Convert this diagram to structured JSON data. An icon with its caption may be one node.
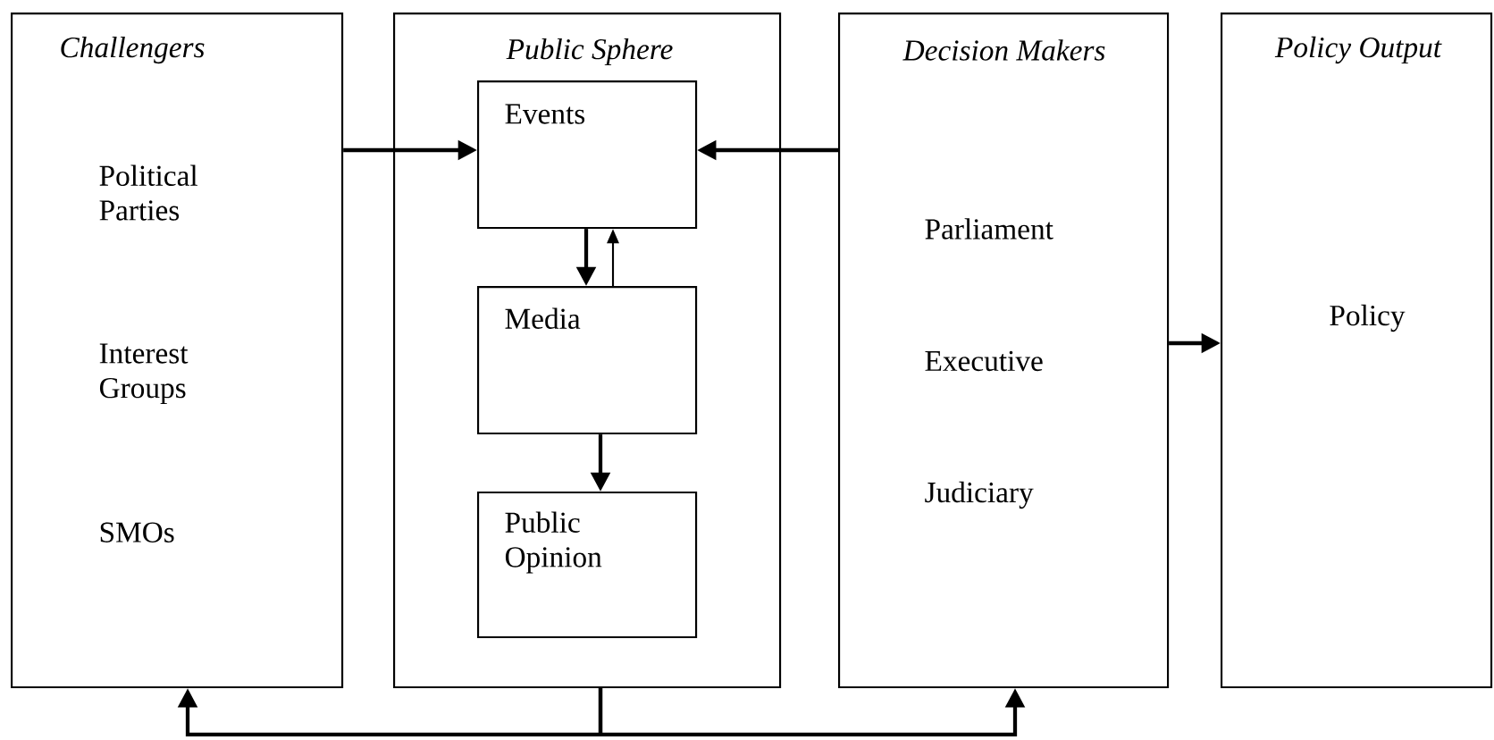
{
  "diagram": {
    "nodes": [
      {
        "text": [
          "Challengers",
          "Political Parties",
          "Interest Groups",
          "SMOs"
        ]
      },
      {
        "text": [
          "Public Sphere"
        ]
      },
      {
        "text": [
          "Events"
        ],
        "in": 1
      },
      {
        "text": [
          "Media"
        ],
        "in": 1
      },
      {
        "text": [
          "Public Opinion"
        ],
        "in": 1
      },
      {
        "text": [
          "Decision Makers",
          "Parliament",
          "Executive",
          "Judiciary"
        ]
      },
      {
        "text": [
          "Policy Output",
          "Policy"
        ]
      }
    ],
    "edges": [
      {
        "from": 0,
        "to": 2,
        "arrow": "to"
      },
      {
        "from": 5,
        "to": 2,
        "arrow": "to"
      },
      {
        "from": 2,
        "to": 3,
        "arrow": "to"
      },
      {
        "from": 3,
        "to": 2,
        "arrow": "to"
      },
      {
        "from": 3,
        "to": 4,
        "arrow": "to"
      },
      {
        "from": 5,
        "to": 6,
        "arrow": "to"
      },
      {
        "from": 1,
        "to": 0,
        "arrow": "to"
      },
      {
        "from": 1,
        "to": 5,
        "arrow": "to"
      }
    ]
  }
}
